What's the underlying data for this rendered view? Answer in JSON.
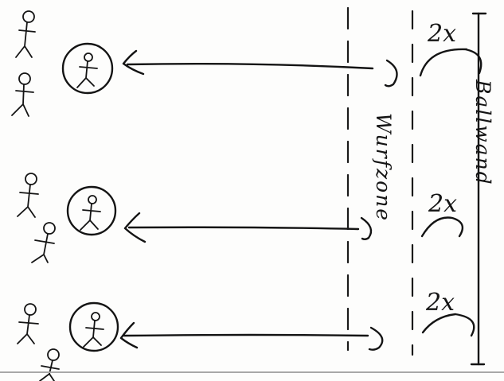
{
  "labels": {
    "wall": "Ballwand",
    "zone": "Wurfzone",
    "multiplier": "2x"
  },
  "colors": {
    "paper": "#fdfdfc",
    "ink": "#141414",
    "footer_line": "#a8a8a8"
  }
}
